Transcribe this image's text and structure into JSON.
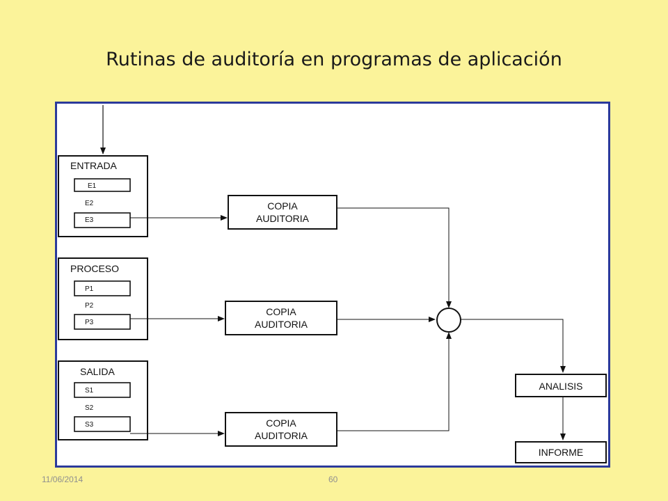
{
  "title": "Rutinas de auditoría en programas de aplicación",
  "groups": [
    {
      "name": "ENTRADA",
      "items": [
        "E1",
        "E2",
        "E3"
      ]
    },
    {
      "name": "PROCESO",
      "items": [
        "P1",
        "P2",
        "P3"
      ]
    },
    {
      "name": "SALIDA",
      "items": [
        "S1",
        "S2",
        "S3"
      ]
    }
  ],
  "copia": {
    "line1": "COPIA",
    "line2": "AUDITORIA"
  },
  "analisis": "ANALISIS",
  "informe": "INFORME",
  "footer": {
    "date": "11/06/2014",
    "page": "60"
  }
}
